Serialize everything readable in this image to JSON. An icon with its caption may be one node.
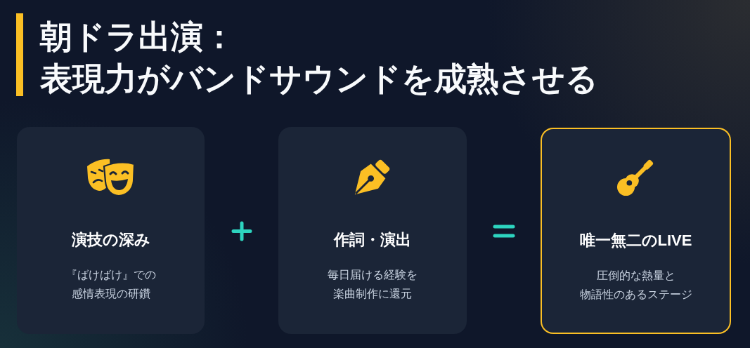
{
  "diagram": {
    "title": "朝ドラ出演：表現力がバンドサウンドを成熟させる",
    "nodes": [
      {
        "text": [
          "演技の深み",
          "『ばけばけ』での感情表現の研鑽"
        ]
      },
      {
        "text": [
          "作詞・演出",
          "毎日届ける経験を楽曲制作に還元"
        ]
      },
      {
        "text": [
          "唯一無二のLIVE",
          "圧倒的な熱量と物語性のあるステージ"
        ]
      }
    ]
  }
}
